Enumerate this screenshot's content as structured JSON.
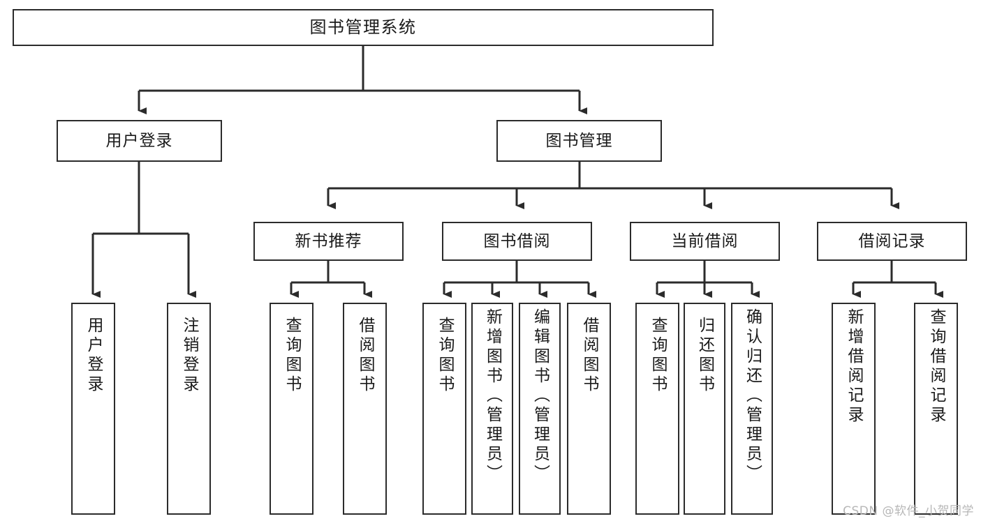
{
  "diagram": {
    "title": "图书管理系统",
    "type": "tree-hierarchy-chart",
    "watermark": "CSDN @软件_小贺同学",
    "colors": {
      "stroke": "#2b2b2b",
      "background": "#ffffff",
      "text": "#1a1a1a",
      "watermark": "#b7b7b7"
    },
    "levels": {
      "level1": [
        "图书管理系统"
      ],
      "level2": [
        "用户登录",
        "图书管理"
      ],
      "level3": [
        "新书推荐",
        "图书借阅",
        "当前借阅",
        "借阅记录"
      ],
      "level4": [
        "用户登录",
        "注销登录",
        "查询图书",
        "借阅图书",
        "查询图书",
        "新增图书（管理员）",
        "编辑图书（管理员）",
        "借阅图书",
        "查询图书",
        "归还图书",
        "确认归还（管理员）",
        "新增借阅记录",
        "查询借阅记录"
      ]
    },
    "nodes": {
      "root": {
        "label": "图书管理系统"
      },
      "user_login": {
        "label": "用户登录"
      },
      "book_manage": {
        "label": "图书管理"
      },
      "new_book_rec": {
        "label": "新书推荐"
      },
      "book_borrow": {
        "label": "图书借阅"
      },
      "current_borrow": {
        "label": "当前借阅"
      },
      "borrow_record": {
        "label": "借阅记录"
      },
      "leaf_user_login": {
        "label": "用户登录"
      },
      "leaf_logout": {
        "label": "注销登录"
      },
      "leaf_query_book_1": {
        "label": "查询图书"
      },
      "leaf_borrow_book_1": {
        "label": "借阅图书"
      },
      "leaf_query_book_2": {
        "label": "查询图书"
      },
      "leaf_add_book": {
        "label": "新增图书（管理员）"
      },
      "leaf_edit_book": {
        "label": "编辑图书（管理员）"
      },
      "leaf_borrow_book_2": {
        "label": "借阅图书"
      },
      "leaf_query_book_3": {
        "label": "查询图书"
      },
      "leaf_return_book": {
        "label": "归还图书"
      },
      "leaf_confirm_return": {
        "label": "确认归还（管理员）"
      },
      "leaf_add_record": {
        "label": "新增借阅记录"
      },
      "leaf_query_record": {
        "label": "查询借阅记录"
      }
    }
  }
}
